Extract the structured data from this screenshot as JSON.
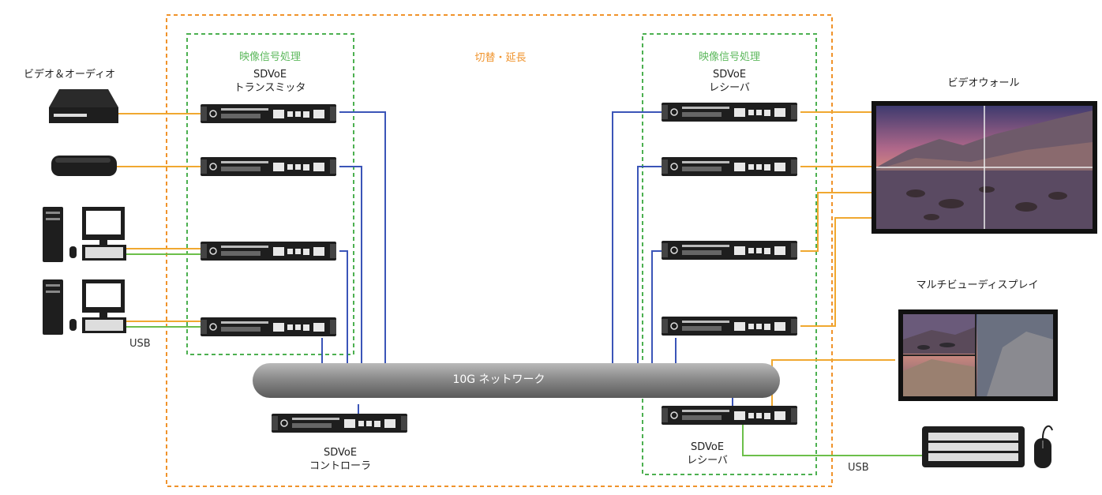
{
  "zones": {
    "switch_extend_label": "切替・延長",
    "tx_processing_label": "映像信号処理",
    "rx_processing_label": "映像信号処理"
  },
  "sources": {
    "video_audio_label": "ビデオ＆オーディオ"
  },
  "transmitter": {
    "line1": "SDVoE",
    "line2": "トランスミッタ"
  },
  "receiver_top": {
    "line1": "SDVoE",
    "line2": "レシーバ"
  },
  "receiver_bottom": {
    "line1": "SDVoE",
    "line2": "レシーバ"
  },
  "controller": {
    "line1": "SDVoE",
    "line2": "コントローラ"
  },
  "network": {
    "label": "10G ネットワーク"
  },
  "displays": {
    "video_wall_label": "ビデオウォール",
    "multiview_label": "マルチビューディスプレイ"
  },
  "usb_left_label": "USB",
  "usb_right_label": "USB",
  "colors": {
    "av_cable": "#f0a830",
    "network_cable": "#3b55b8",
    "usb_cable": "#6cbf4a",
    "outer_zone": "#f0932b",
    "inner_zone": "#4cb050"
  }
}
